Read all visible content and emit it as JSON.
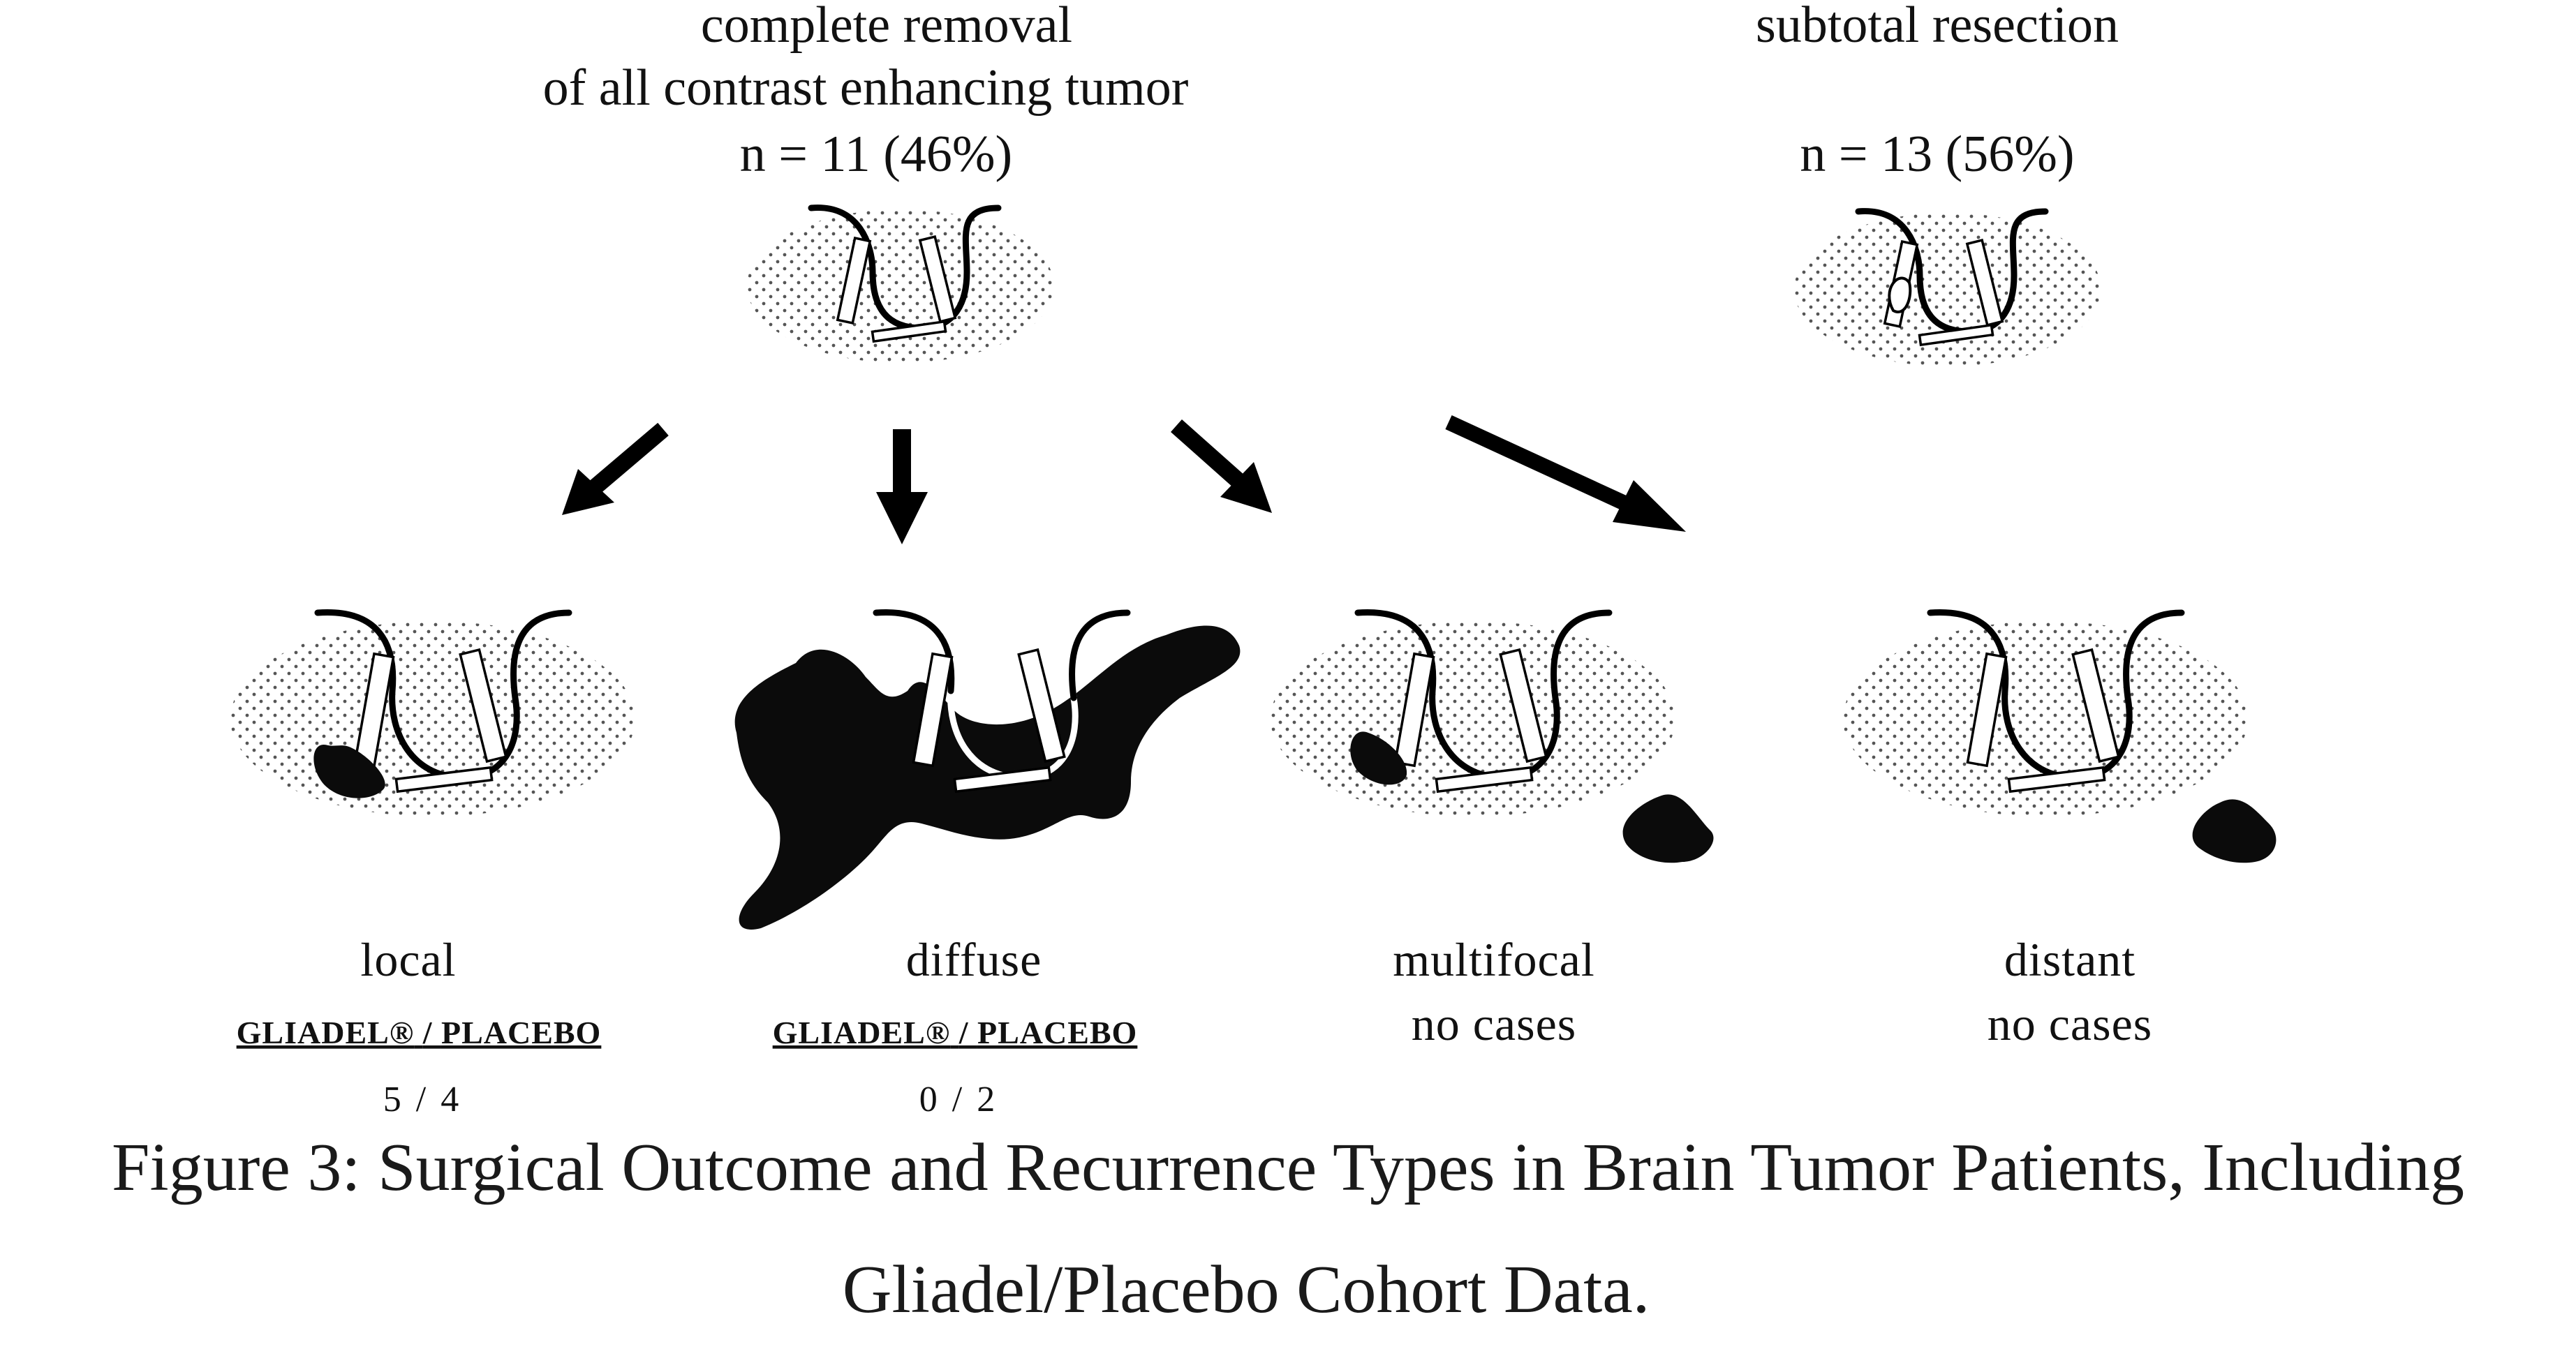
{
  "top": {
    "complete": {
      "line1": "complete removal",
      "line2": "of all contrast enhancing tumor",
      "count": "n = 11 (46%)"
    },
    "subtotal": {
      "line1": "subtotal resection",
      "count": "n = 13 (56%)"
    }
  },
  "outcomes": [
    {
      "name": "local",
      "left_header": "GLIADEL®",
      "separator": "/",
      "right_header": "PLACEBO",
      "counts": "5 / 4"
    },
    {
      "name": "diffuse",
      "left_header": "GLIADEL®",
      "separator": "/",
      "right_header": "PLACEBO",
      "counts": "0 / 2"
    },
    {
      "name": "multifocal",
      "note": "no cases"
    },
    {
      "name": "distant",
      "note": "no cases"
    }
  ],
  "caption": {
    "line1": "Figure 3:  Surgical Outcome and Recurrence Types in Brain Tumor Patients, Including",
    "line2": "Gliadel/Placebo Cohort Data."
  },
  "colors": {
    "ink": "#000000",
    "background": "#ffffff"
  }
}
